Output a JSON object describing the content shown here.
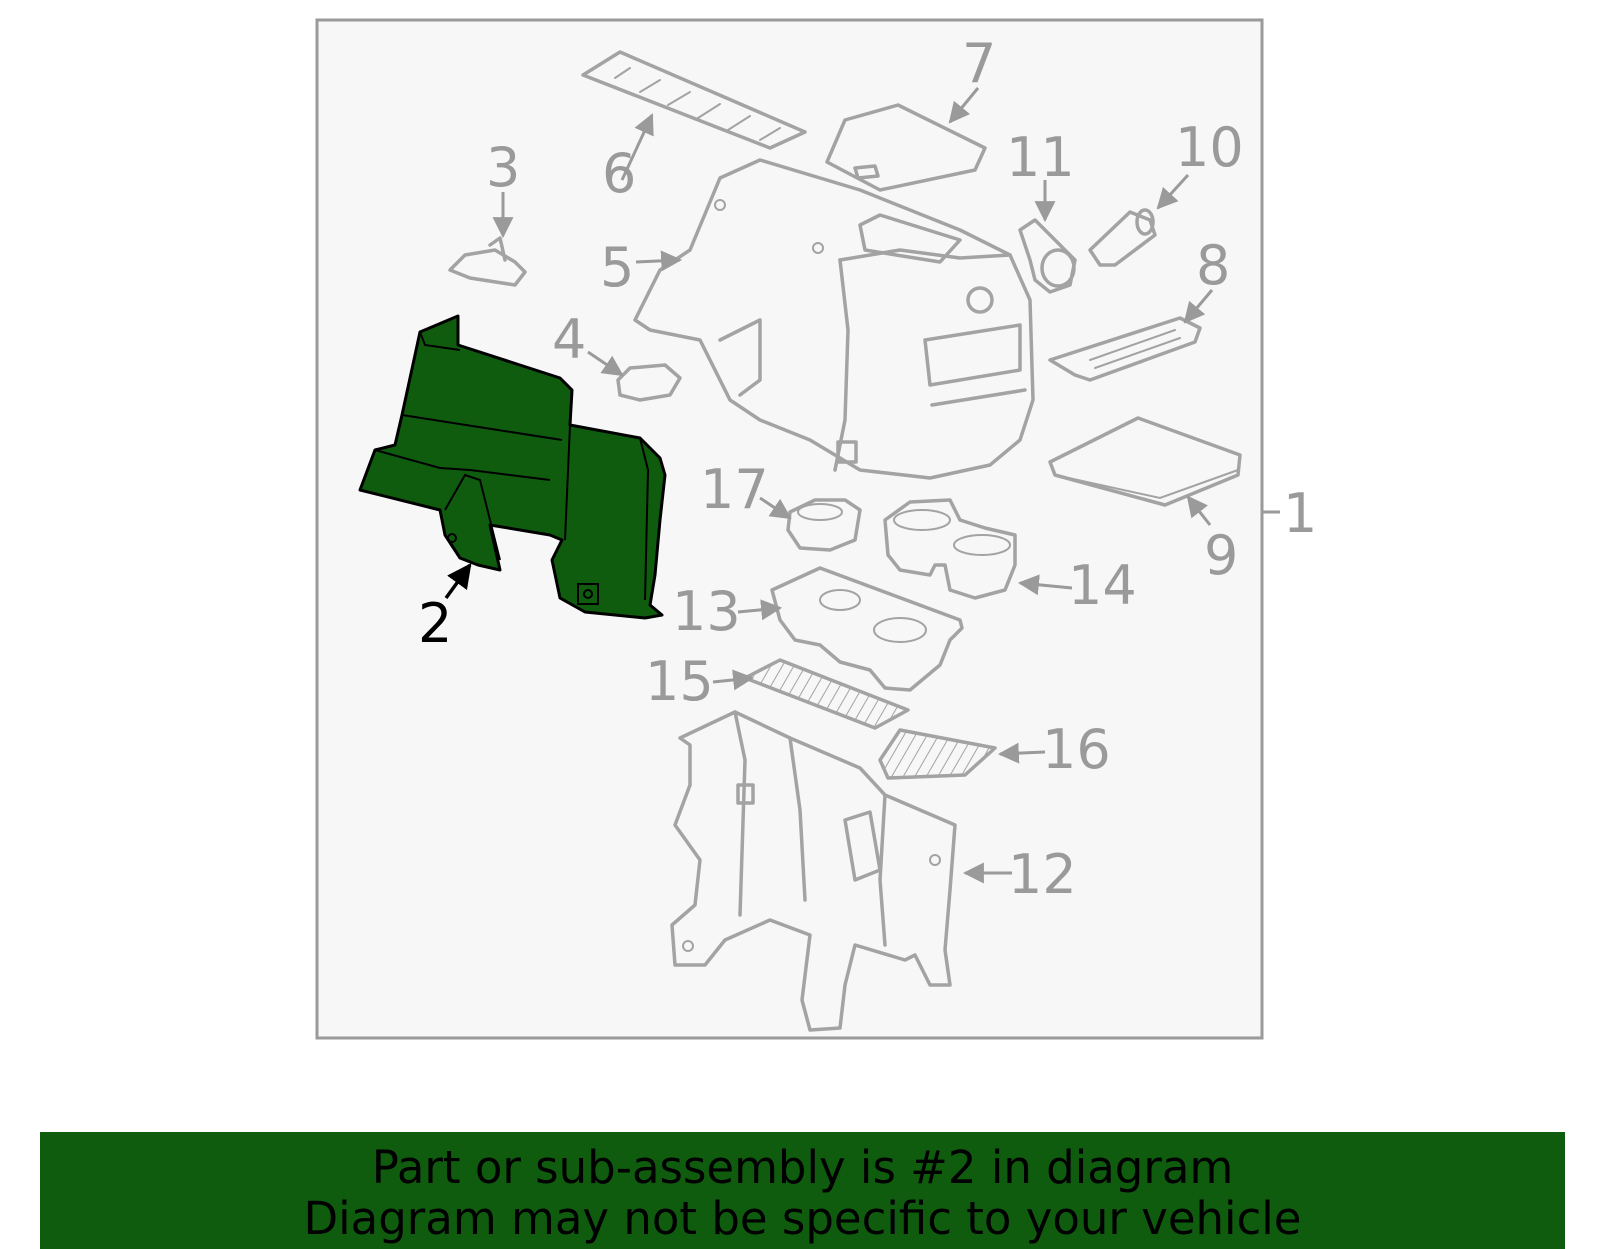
{
  "diagram": {
    "callouts": {
      "c1": "1",
      "c2": "2",
      "c3": "3",
      "c4": "4",
      "c5": "5",
      "c6": "6",
      "c7": "7",
      "c8": "8",
      "c9": "9",
      "c10": "10",
      "c11": "11",
      "c12": "12",
      "c13": "13",
      "c14": "14",
      "c15": "15",
      "c16": "16",
      "c17": "17"
    },
    "highlighted_part": "2",
    "colors": {
      "highlight_fill": "#0f5c0f",
      "part_outline": "#a3a3a3",
      "callout_text": "#9a9a9a",
      "frame_background": "#f7f7f7"
    }
  },
  "banner": {
    "line1": "Part or sub-assembly is #2 in diagram",
    "line2": "Diagram may not be specific to your vehicle"
  }
}
